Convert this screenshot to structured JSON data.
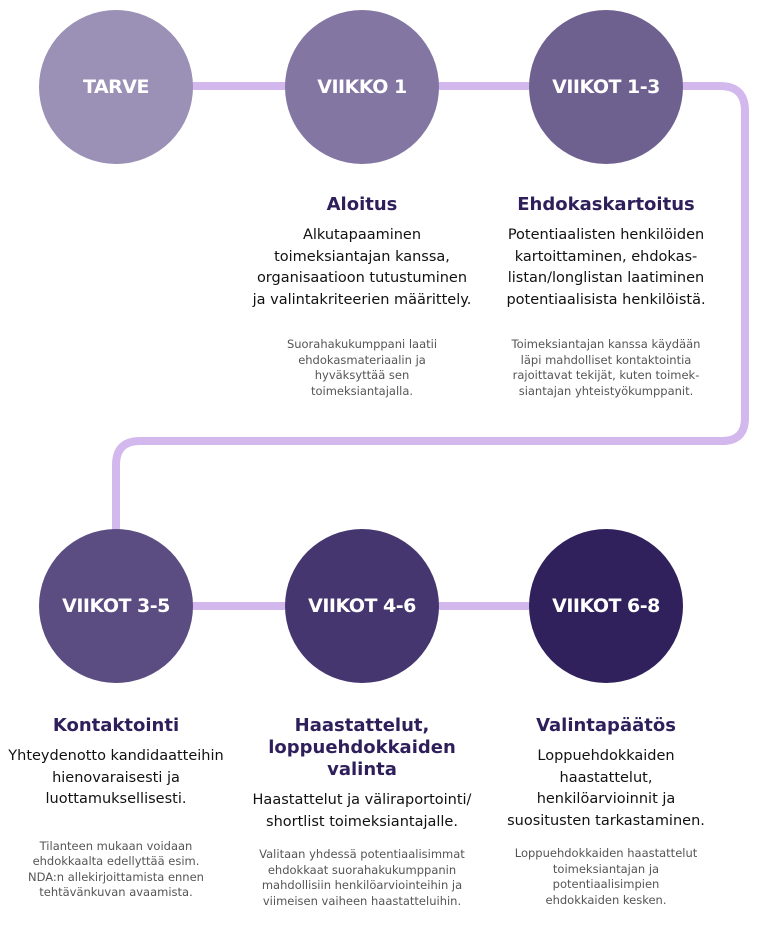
{
  "colors": {
    "connector": "#d3b8ee",
    "title_text": "#2e1f5b",
    "body_text": "#111111",
    "note_text": "#555555"
  },
  "steps": [
    {
      "circle_label": "TARVE",
      "circle_color": "#9b90b5"
    },
    {
      "circle_label": "VIIKKO 1",
      "circle_color": "#8376a3",
      "title": "Aloitus",
      "description": "Alkutapaaminen\ntoimeksiantajan kanssa,\norganisaatioon tutustuminen\nja valintakriteerien määrittely.",
      "note": "Suorahakukumppani laatii\nehdokasmateriaalin ja\nhyväksyttää sen\ntoimeksiantajalla."
    },
    {
      "circle_label": "VIIKOT 1-3",
      "circle_color": "#6f618f",
      "title": "Ehdokaskartoitus",
      "description": "Potentiaalisten henkilöiden\nkartoittaminen, ehdokas-\nlistan/longlistan laatiminen\npotentiaalisista henkilöistä.",
      "note": "Toimeksiantajan kanssa käydään\nläpi mahdolliset kontaktointia\nrajoittavat tekijät, kuten toimek-\nsiantajan yhteistyökumppanit."
    },
    {
      "circle_label": "VIIKOT 3-5",
      "circle_color": "#5b4c82",
      "title": "Kontaktointi",
      "description": "Yhteydenotto kandidaatteihin\nhienovaraisesti ja\nluottamuksellisesti.",
      "note": "Tilanteen mukaan voidaan\nehdokkaalta edellyttää esim.\nNDA:n allekirjoittamista  ennen\ntehtävänkuvan avaamista."
    },
    {
      "circle_label": "VIIKOT 4-6",
      "circle_color": "#453670",
      "title": "Haastattelut,\nloppuehdokkaiden\nvalinta",
      "description": "Haastattelut ja väliraportointi/\nshortlist toimeksiantajalle.",
      "note": "Valitaan yhdessä potentiaalisimmat\nehdokkaat suorahakukumppanin\nmahdollisiin henkilöarviointeihin ja\nviimeisen vaiheen haastatteluihin."
    },
    {
      "circle_label": "VIIKOT 6-8",
      "circle_color": "#30205c",
      "title": "Valintapäätös",
      "description": "Loppuehdokkaiden\nhaastattelut,\nhenkilöarvioinnit ja\nsuositusten tarkastaminen.",
      "note": "Loppuehdokkaiden haastattelut\ntoimeksiantajan ja\npotentiaalisimpien\nehdokkaiden kesken."
    }
  ]
}
